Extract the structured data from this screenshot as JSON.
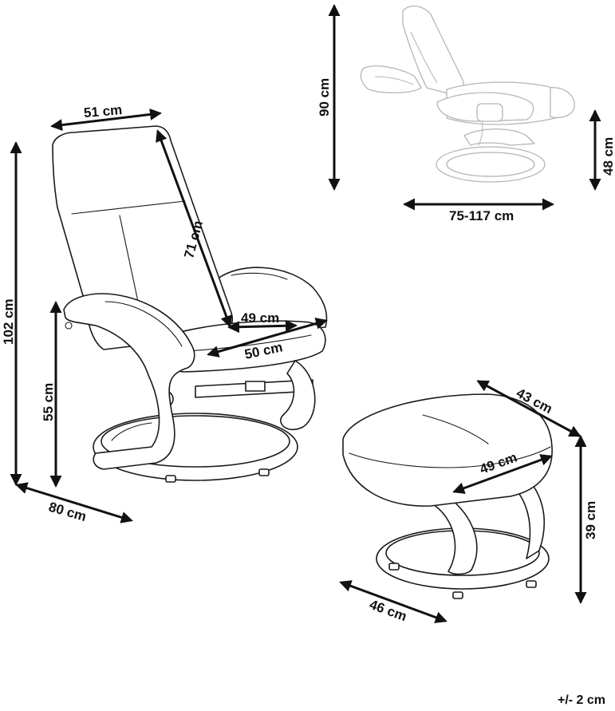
{
  "dimensions": {
    "chair_backrest_width": "51 cm",
    "chair_backrest_height": "71 cm",
    "chair_total_height": "102 cm",
    "chair_armrest_height": "55 cm",
    "chair_depth": "80 cm",
    "chair_seat_depth": "49 cm",
    "chair_seat_width": "50 cm",
    "reclined_height": "90 cm",
    "reclined_seat_height": "48 cm",
    "reclined_length": "75-117 cm",
    "ottoman_depth": "43 cm",
    "ottoman_top_width": "49 cm",
    "ottoman_height": "39 cm",
    "ottoman_width": "46 cm"
  },
  "tolerance": "+/- 2 cm"
}
